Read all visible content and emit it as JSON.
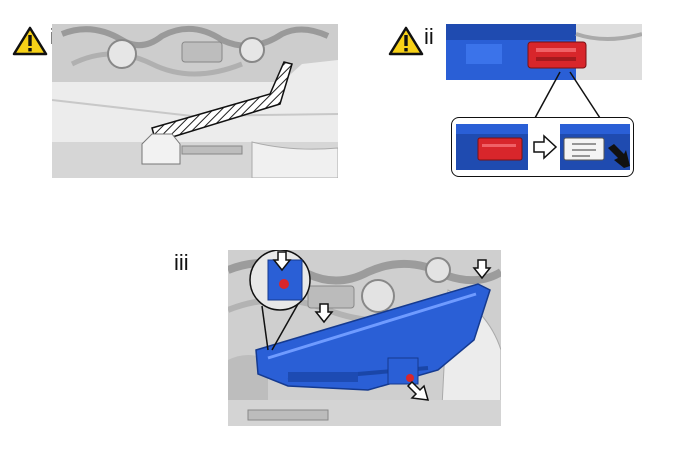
{
  "figure": {
    "steps": [
      {
        "id": "step-1",
        "label": "i",
        "warning": true
      },
      {
        "id": "step-2",
        "label": "ii",
        "warning": true
      },
      {
        "id": "step-3",
        "label": "iii",
        "warning": false
      }
    ],
    "icons": {
      "warning": "warning-triangle-icon",
      "step_arrow": "hollow-arrow-icon",
      "press_arrow": "black-arrow-icon",
      "callout": "zoom-callout"
    },
    "colors": {
      "part_blue": "#2a5fd6",
      "connector_red": "#d8262b",
      "warning_yellow": "#f7d117",
      "engine_gray": "#cfcfcf"
    }
  }
}
